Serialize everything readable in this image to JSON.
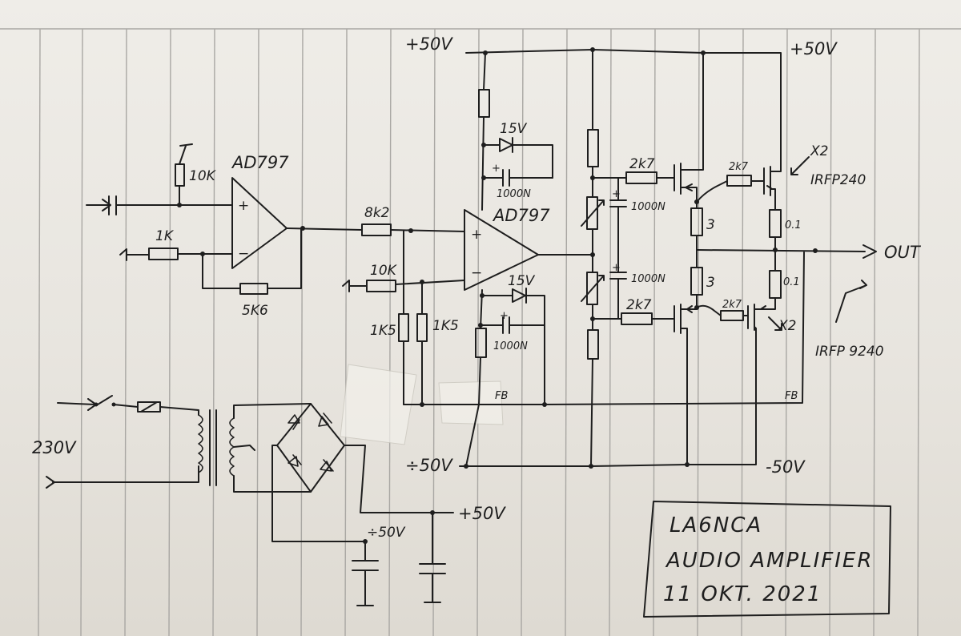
{
  "title_block": {
    "line1": "LA6NCA",
    "line2": "AUDIO AMPLIFIER",
    "line3": "11 OKT. 2021"
  },
  "rails": {
    "pos_top": "+50V",
    "pos_right": "+50V",
    "neg_left": "÷50V",
    "neg_right": "-50V",
    "psu_pos": "+50V",
    "psu_neg": "÷50V"
  },
  "mains": "230V",
  "output": "OUT",
  "opamps": {
    "u1": "AD797",
    "u2": "AD797"
  },
  "resistors": {
    "r_10k_in": "10K",
    "r_1k": "1K",
    "r_5k6": "5K6",
    "r_8k2": "8k2",
    "r_10k_fb": "10K",
    "r_1k5_a": "1K5",
    "r_1k5_b": "1K5",
    "r_2k7_a": "2k7",
    "r_2k7_b": "2k7",
    "r_2k7_c": "2k7",
    "r_2k7_d": "2k7",
    "r_3_a": "3",
    "r_3_b": "3",
    "r_01_a": "0.1",
    "r_01_b": "0.1"
  },
  "zeners": {
    "z_top": "15V",
    "z_bot": "15V"
  },
  "capacitors": {
    "c_top": "1000N",
    "c_bot": "1000N",
    "c_bias_top": "1000N",
    "c_bias_bot": "1000N"
  },
  "mosfets": {
    "n_part": "IRFP240",
    "n_qty": "X2",
    "p_part": "IRFP 9240",
    "p_qty": "X2"
  },
  "feedback": {
    "fb_left": "FB",
    "fb_right": "FB"
  }
}
